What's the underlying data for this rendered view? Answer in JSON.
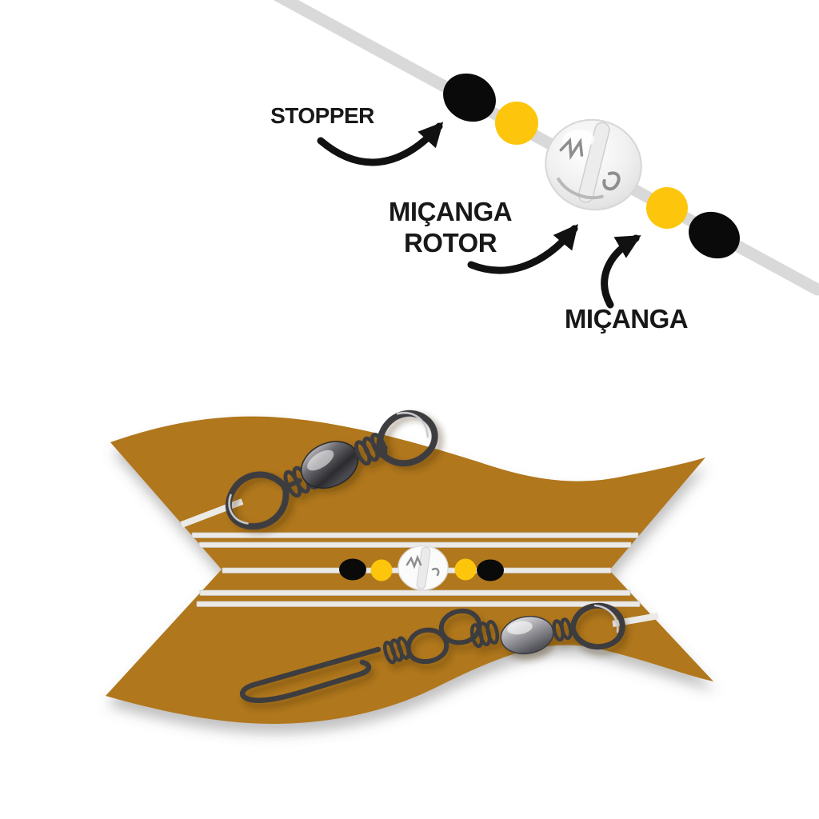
{
  "page": {
    "background": "#ffffff",
    "description": "fishing rig infographic"
  },
  "colors": {
    "line_gray": "#d9d9d9",
    "bead_yellow": "#fdc60c",
    "bead_black": "#0a0a0a",
    "glass_edge": "#d7d7d7",
    "card_brown": "#b0771e",
    "card_stripe": "#eceae7",
    "text_dark": "#181818",
    "arrow_black": "#111111",
    "metal_dark": "#3c3c41",
    "metal_light": "#c9c9cf"
  },
  "annotations": {
    "stopper": {
      "label": "STOPPER"
    },
    "micanga_rotor": {
      "line1": "MIÇANGA",
      "line2": "ROTOR"
    },
    "micanga": {
      "label": "MIÇANGA"
    }
  },
  "top_rig": {
    "beads": [
      {
        "type": "stopper",
        "color": "black"
      },
      {
        "type": "micanga",
        "color": "yellow"
      },
      {
        "type": "micanga-rotor",
        "color": "clear"
      },
      {
        "type": "micanga",
        "color": "yellow"
      },
      {
        "type": "stopper",
        "color": "black"
      }
    ]
  },
  "card": {
    "shape": "line-winder-card",
    "beads": [
      {
        "type": "stopper",
        "color": "black"
      },
      {
        "type": "micanga",
        "color": "yellow"
      },
      {
        "type": "micanga-rotor",
        "color": "clear"
      },
      {
        "type": "micanga",
        "color": "yellow"
      },
      {
        "type": "stopper",
        "color": "black"
      }
    ],
    "hardware": [
      {
        "name": "barrel-swivel"
      },
      {
        "name": "snap-swivel"
      }
    ]
  }
}
